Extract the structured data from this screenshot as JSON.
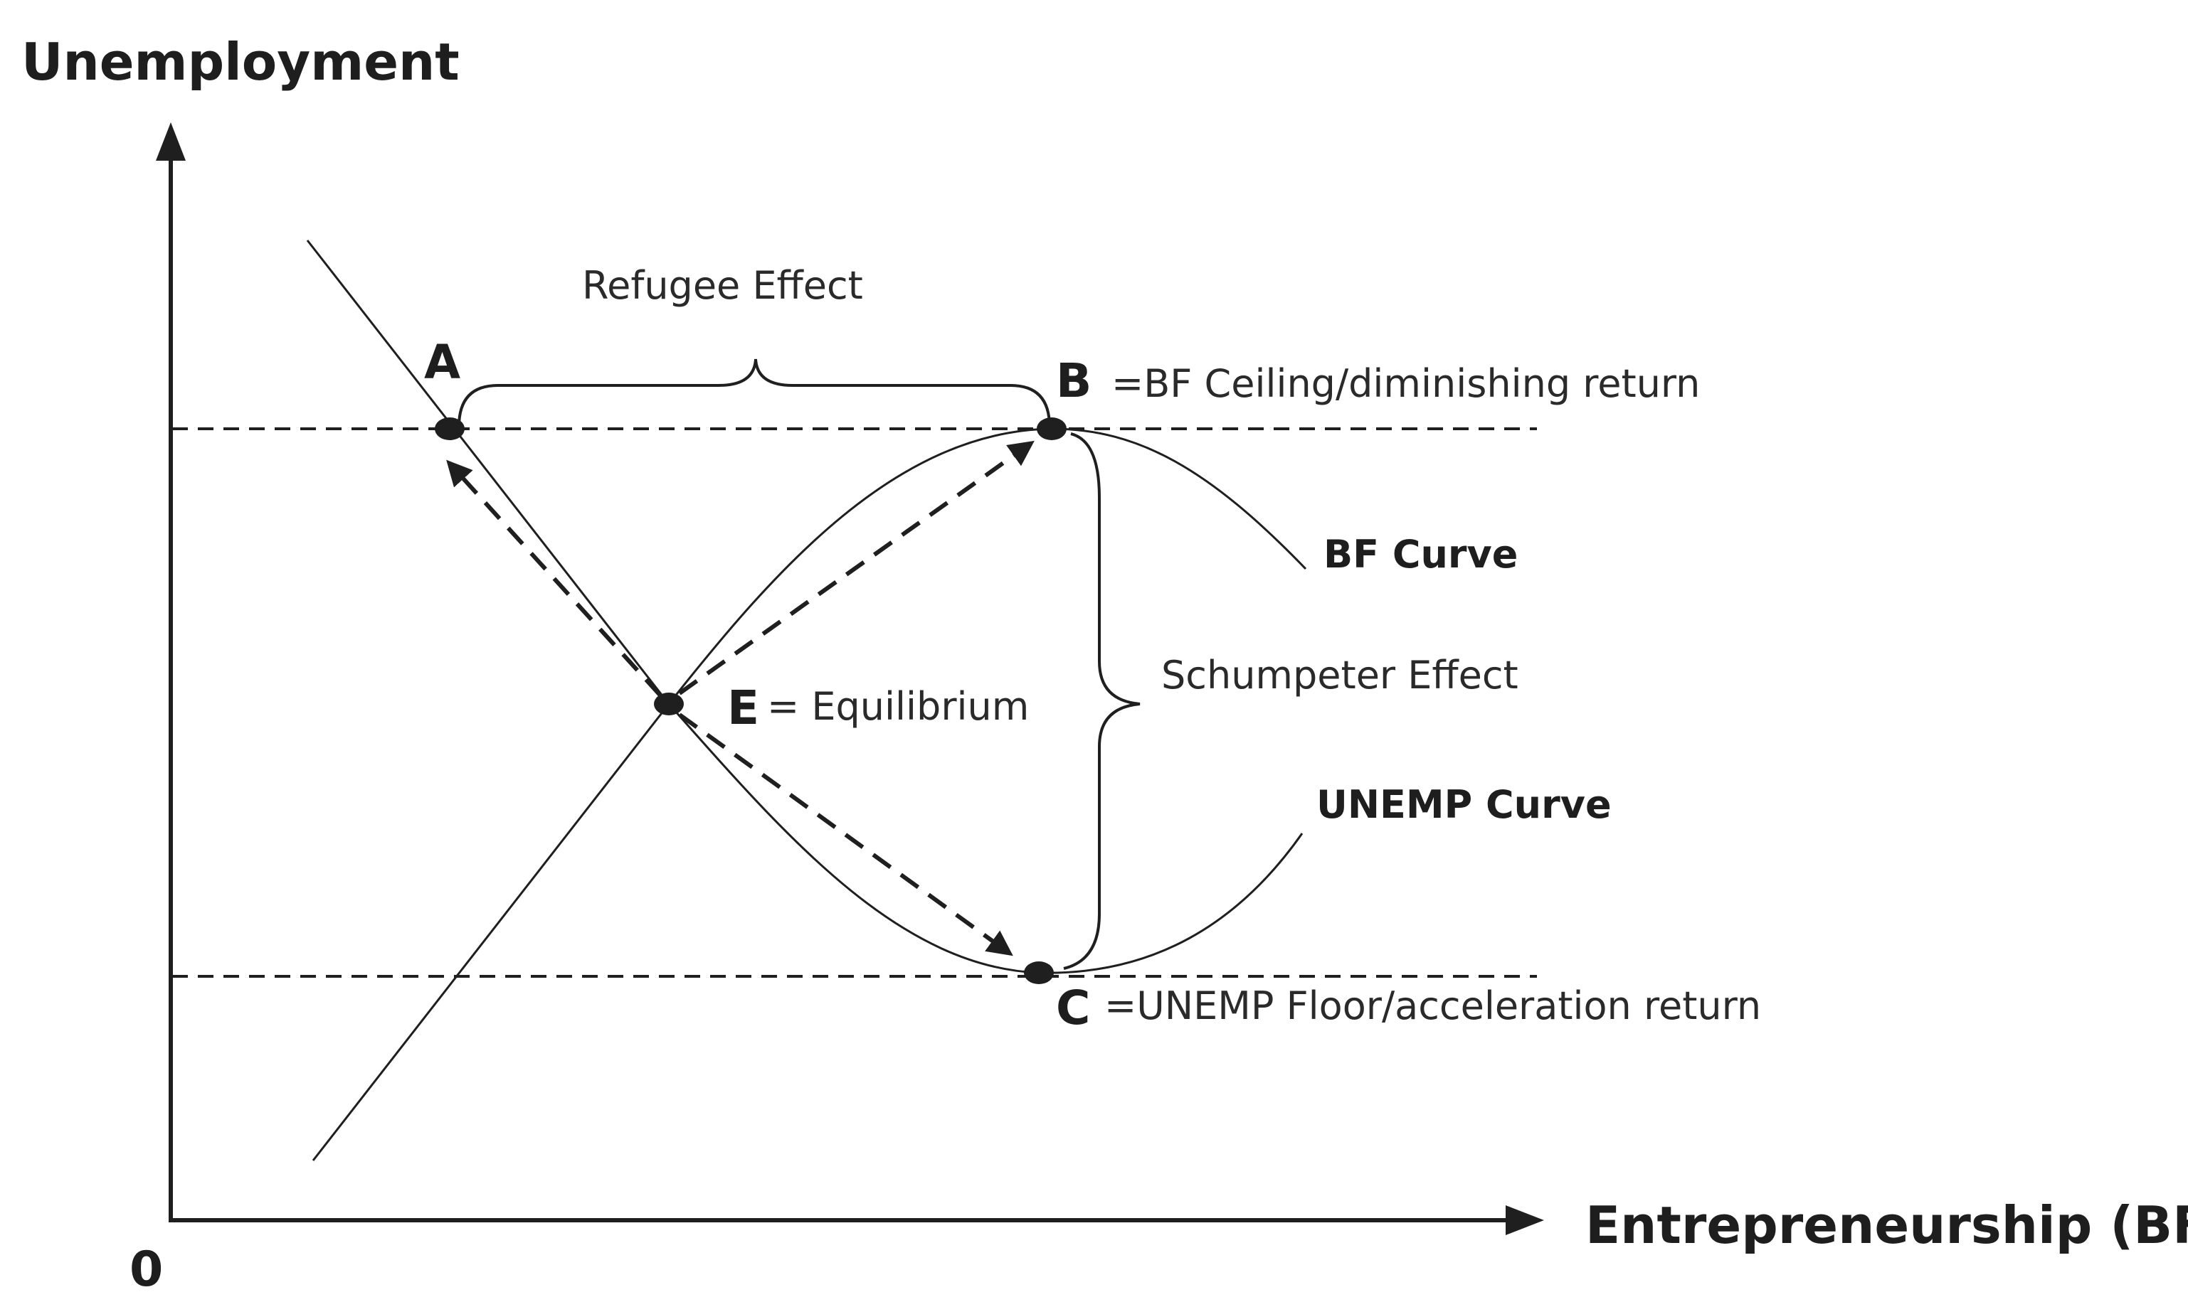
{
  "axes": {
    "y_label": "Unemployment",
    "x_label": "Entrepreneurship (BF)",
    "origin_label": "0"
  },
  "points": {
    "a": {
      "letter": "A",
      "desc": ""
    },
    "b": {
      "letter": "B",
      "desc": "=BF Ceiling/diminishing return"
    },
    "c": {
      "letter": "C",
      "desc": "=UNEMP Floor/acceleration return"
    },
    "e": {
      "letter": "E",
      "desc": "= Equilibrium"
    }
  },
  "effects": {
    "refugee": "Refugee Effect",
    "schumpeter": "Schumpeter Effect"
  },
  "curves": {
    "bf": "BF Curve",
    "unemp": "UNEMP Curve"
  },
  "colors": {
    "ink": "#1f1f1f",
    "background": "#ffffff"
  }
}
